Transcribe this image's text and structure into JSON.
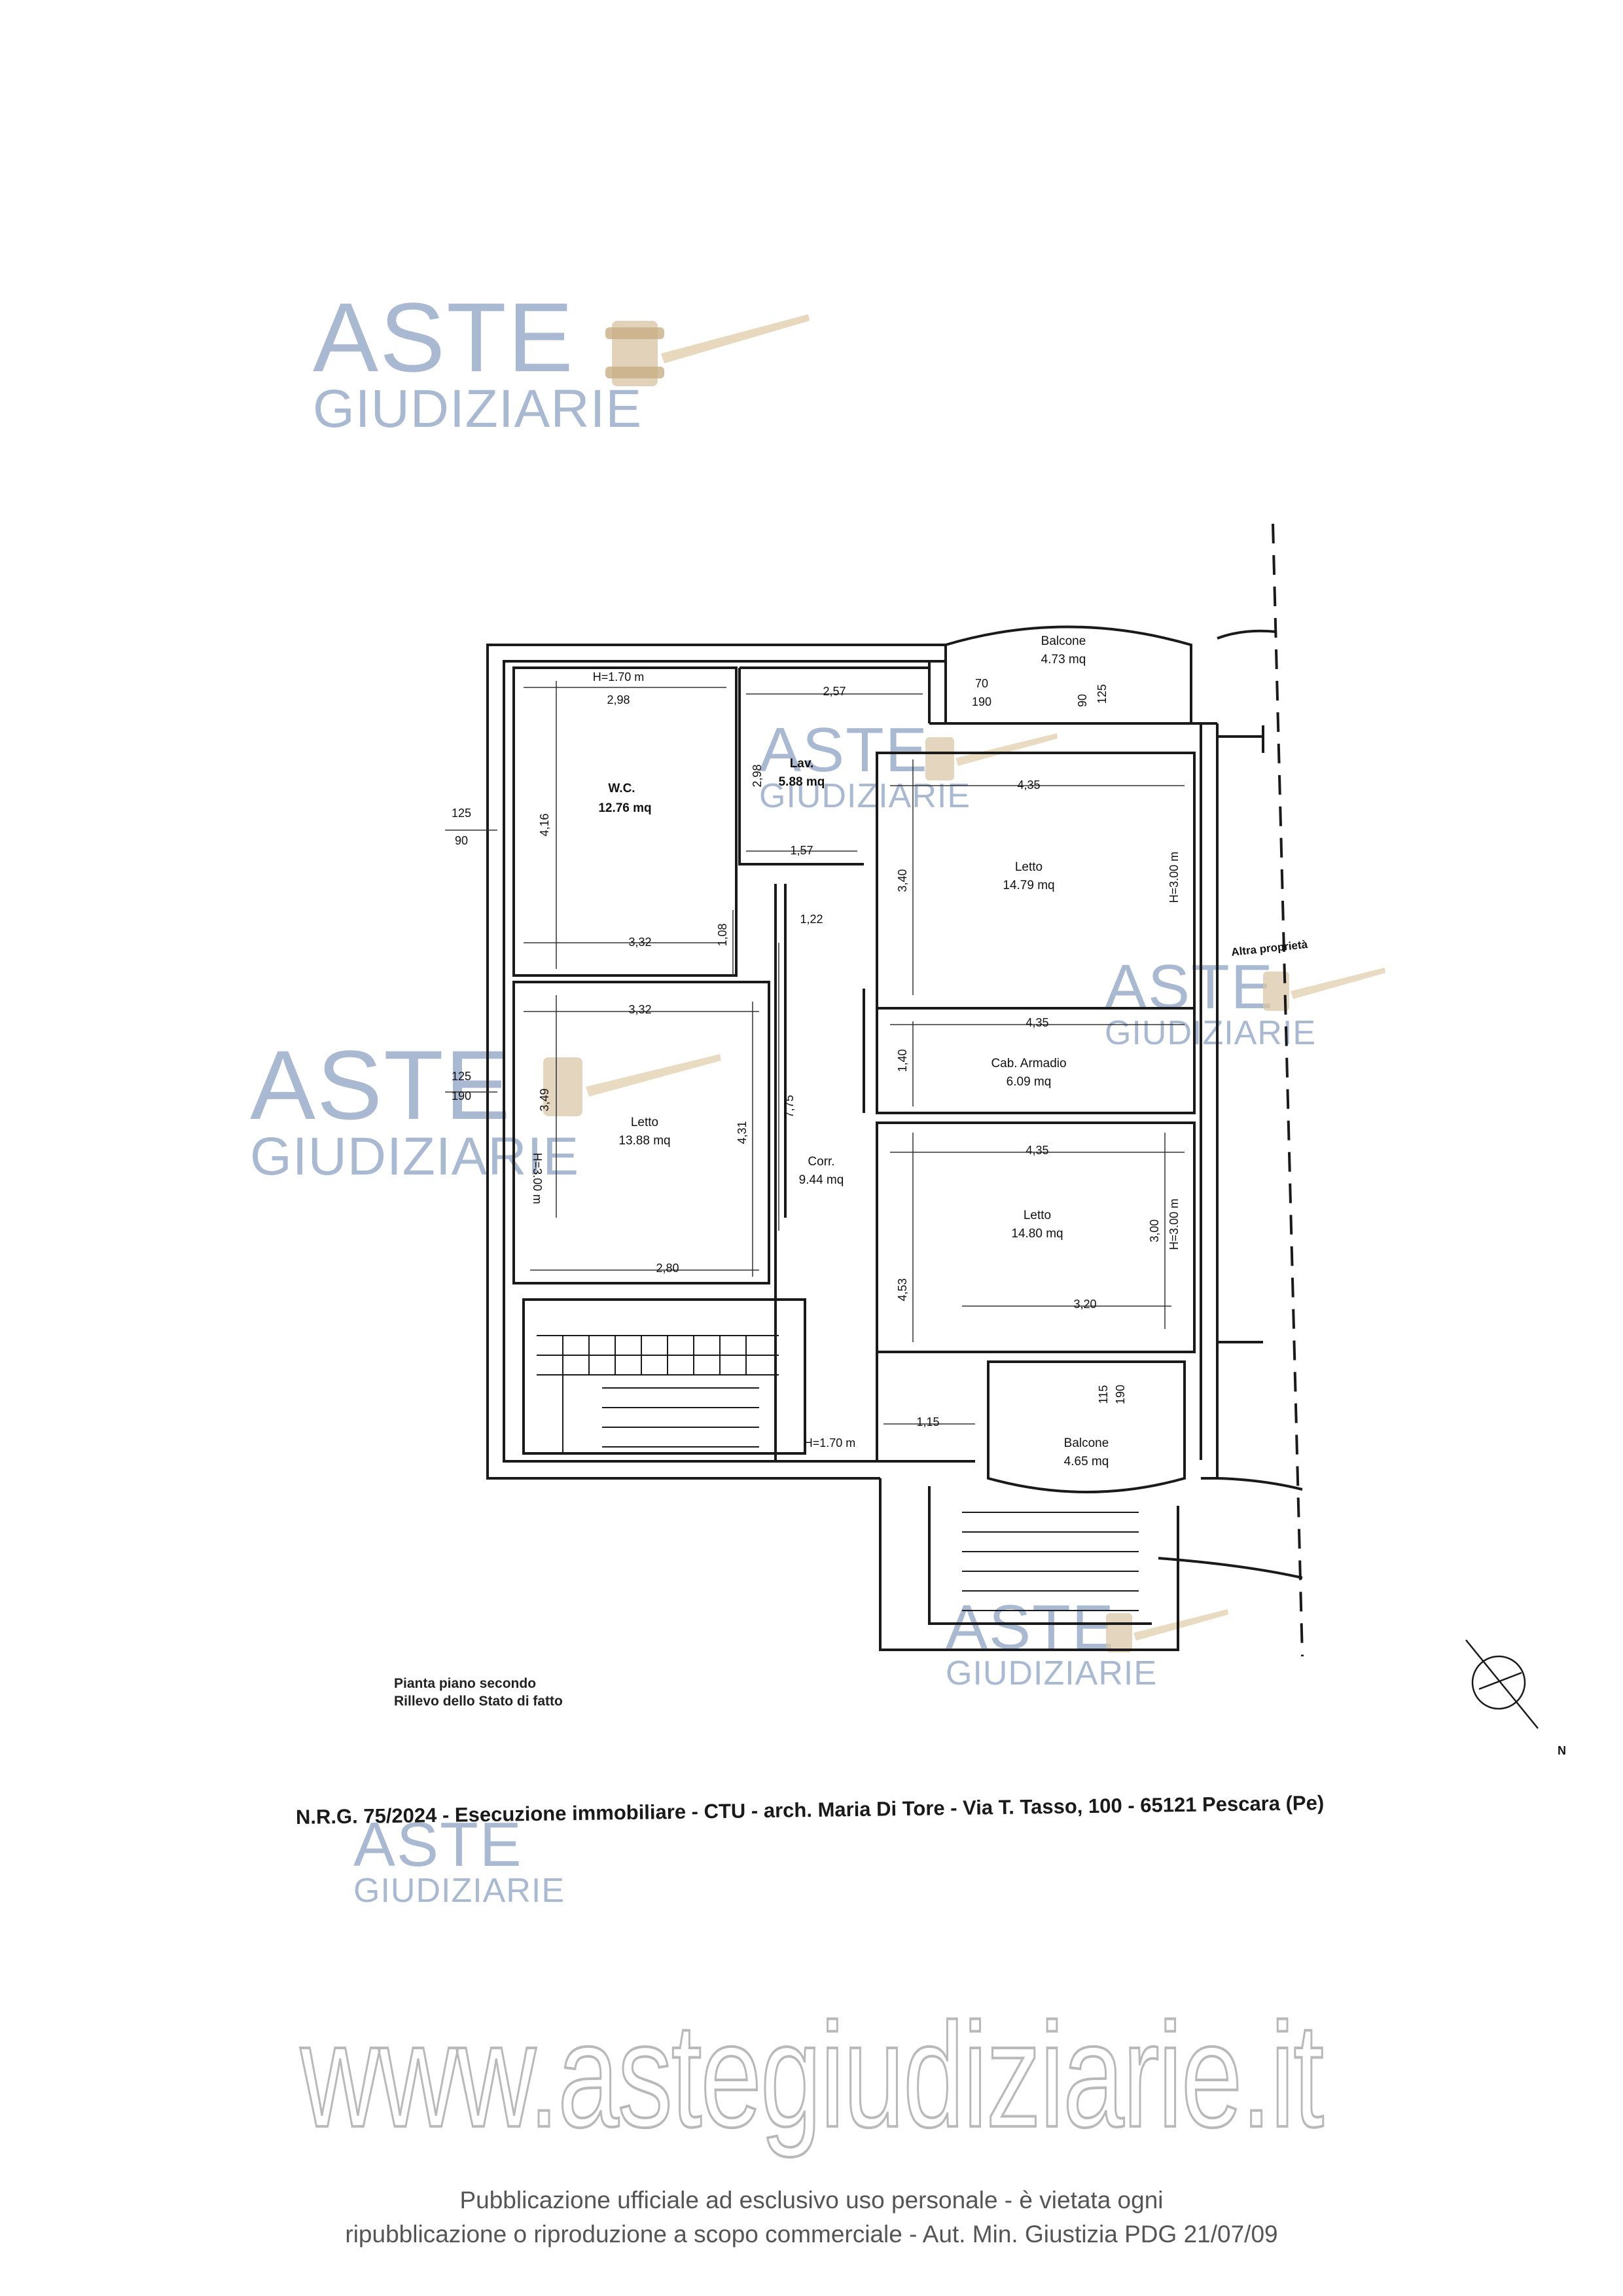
{
  "watermark": {
    "line1": "ASTE",
    "line2": "GIUDIZIARIE"
  },
  "plan": {
    "rooms": [
      {
        "name": "W.C.",
        "area": "12.76 mq"
      },
      {
        "name": "Lav.",
        "area": "5.88 mq"
      },
      {
        "name": "Letto",
        "area": "14.79 mq"
      },
      {
        "name": "Cab. Armadio",
        "area": "6.09 mq"
      },
      {
        "name": "Letto",
        "area": "13.88 mq"
      },
      {
        "name": "Corr.",
        "area": "9.44 mq"
      },
      {
        "name": "Letto",
        "area": "14.80 mq"
      },
      {
        "name": "Balcone",
        "area": "4.73 mq"
      },
      {
        "name": "Balcone",
        "area": "4.65 mq"
      }
    ],
    "dimensions": {
      "wc_height": "H=1.70 m",
      "wc_width": "2,98",
      "wc_depth": "4,16",
      "wc_bottom": "3,32",
      "lav_width": "2,57",
      "lav_depth": "2,98",
      "lav_bottom": "1,57",
      "door_1_08": "1,08",
      "corr_1_22": "1,22",
      "win_top_w": "70",
      "win_top_h": "190",
      "balc_top_a": "90",
      "balc_top_b": "125",
      "left_win1_a": "125",
      "left_win1_b": "90",
      "left_win2_a": "125",
      "left_win2_b": "190",
      "bed1_w": "4,35",
      "bed1_d": "3,40",
      "bed1_h": "H=3.00 m",
      "cab_w": "4,35",
      "cab_d": "1,40",
      "bed2_top": "3,32",
      "bed2_d": "3,49",
      "bed2_h": "H=3.00 m",
      "bed2_r": "4,31",
      "bed2_bottom": "2,80",
      "corr_len": "7,75",
      "bed3_w": "4,35",
      "bed3_d": "3,00",
      "bed3_h": "H=3.00 m",
      "bed3_left": "4,53",
      "bed3_bottom": "3,20",
      "stair_h": "H=1.70 m",
      "balc_bot_w": "1,15",
      "balc_bot_a": "115",
      "balc_bot_b": "190"
    },
    "other_property": "Altra proprietà",
    "north": "N"
  },
  "caption": {
    "line1": "Pianta piano secondo",
    "line2": "Rillevo dello Stato di fatto"
  },
  "reference": "N.R.G. 75/2024 - Esecuzione immobiliare - CTU - arch. Maria Di Tore - Via T. Tasso, 100 - 65121 Pescara (Pe)",
  "website": "www.astegiudiziarie.it",
  "notice": {
    "line1": "Pubblicazione ufficiale ad esclusivo uso personale - è vietata ogni",
    "line2": "ripubblicazione o riproduzione a scopo commerciale - Aut. Min. Giustizia PDG 21/07/09"
  }
}
